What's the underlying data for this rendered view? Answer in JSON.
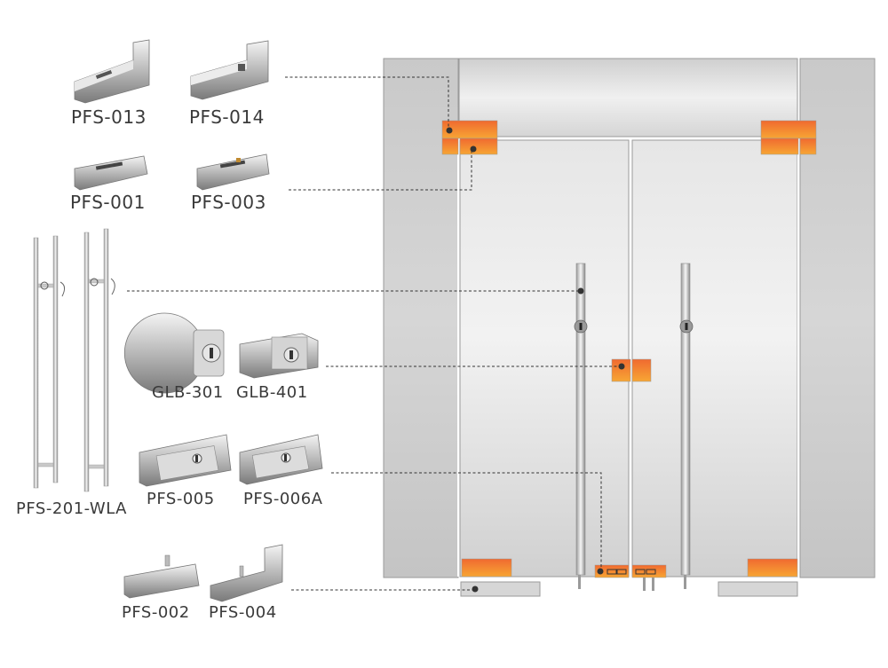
{
  "parts": {
    "pfs_013": "PFS-013",
    "pfs_014": "PFS-014",
    "pfs_001": "PFS-001",
    "pfs_003": "PFS-003",
    "pfs_201_wla": "PFS-201-WLA",
    "glb_301": "GLB-301",
    "glb_401": "GLB-401",
    "pfs_005": "PFS-005",
    "pfs_006a": "PFS-006A",
    "pfs_002": "PFS-002",
    "pfs_004": "PFS-004"
  },
  "colors": {
    "fitting_orange_top": "#f07a30",
    "fitting_orange_bottom": "#f5a030",
    "glass": "#d8d8d8",
    "frame": "#b0b0b0",
    "leader": "#333333"
  }
}
